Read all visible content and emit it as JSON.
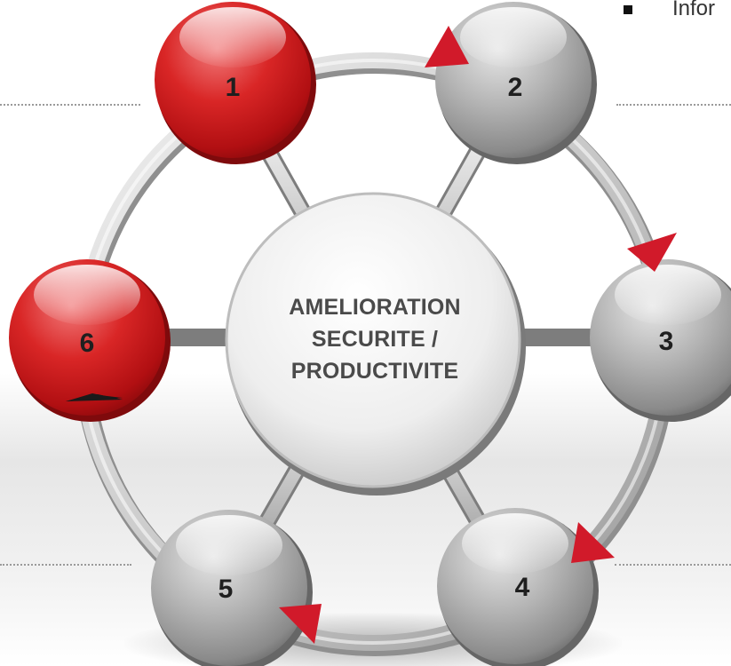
{
  "header": {
    "partial_text": "Infor"
  },
  "center": {
    "lines": [
      "AMELIORATION",
      "SECURITE /",
      "PRODUCTIVITE"
    ]
  },
  "nodes": [
    {
      "label": "1",
      "color": "red"
    },
    {
      "label": "2",
      "color": "gray"
    },
    {
      "label": "3",
      "color": "gray"
    },
    {
      "label": "4",
      "color": "gray"
    },
    {
      "label": "5",
      "color": "gray"
    },
    {
      "label": "6",
      "color": "red"
    }
  ],
  "colors": {
    "red": "#c8161d",
    "gray": "#9e9e9e",
    "arrow_red": "#d11a2a",
    "arrow_black": "#1a1a1a"
  }
}
